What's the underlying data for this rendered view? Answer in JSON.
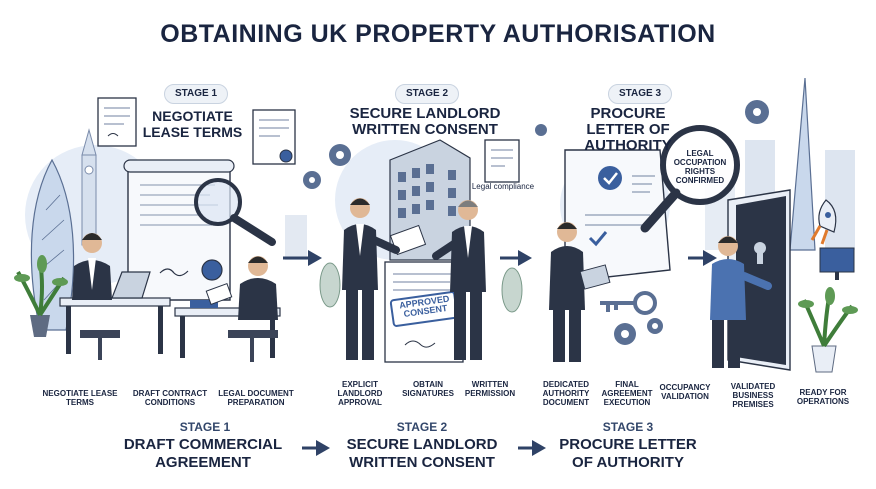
{
  "title": "OBTAINING UK PROPERTY AUTHORISATION",
  "top_stages": [
    {
      "badge": "STAGE 1",
      "heading": "NEGOTIATE LEASE TERMS"
    },
    {
      "badge": "STAGE 2",
      "heading": "SECURE LANDLORD WRITTEN CONSENT"
    },
    {
      "badge": "STAGE 3",
      "heading": "PROCURE LETTER OF AUTHORITY"
    }
  ],
  "doc_labels": {
    "legal_compliance": "Legal compliance",
    "stamp": "APPROVED CONSENT",
    "magnifier": "LEGAL OCCUPATION RIGHTS CONFIRMED"
  },
  "steps": [
    "NEGOTIATE LEASE TERMS",
    "DRAFT CONTRACT CONDITIONS",
    "LEGAL DOCUMENT PREPARATION",
    "EXPLICIT LANDLORD APPROVAL",
    "OBTAIN SIGNATURES",
    "WRITTEN PERMISSION",
    "DEDICATED AUTHORITY DOCUMENT",
    "FINAL AGREEMENT EXECUTION",
    "OCCUPANCY VALIDATION",
    "VALIDATED BUSINESS PREMISES",
    "READY FOR OPERATIONS"
  ],
  "bottom_stages": [
    {
      "stage": "STAGE 1",
      "title": "DRAFT COMMERCIAL AGREEMENT"
    },
    {
      "stage": "STAGE 2",
      "title": "SECURE LANDLORD WRITTEN CONSENT"
    },
    {
      "stage": "STAGE 3",
      "title": "PROCURE LETTER OF AUTHORITY"
    }
  ],
  "colors": {
    "navy": "#1a2540",
    "suit": "#2b3446",
    "accent": "#3a5f9e",
    "light_blue": "#c9d8ec",
    "pale_blue": "#e6edf7",
    "plant_green": "#5e9a55",
    "arrow": "#2f4266"
  }
}
